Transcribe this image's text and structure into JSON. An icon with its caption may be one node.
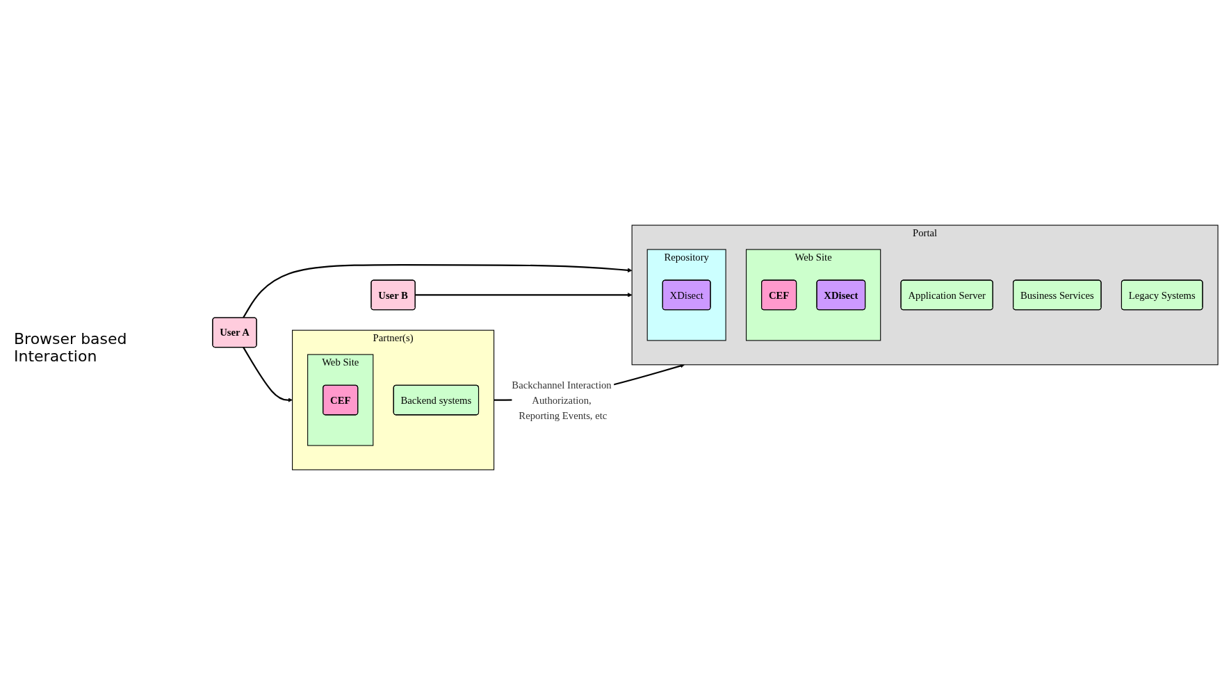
{
  "diagram": {
    "nodes": [
      {
        "text": [
          "Partner(s)"
        ]
      },
      {
        "text": [
          "Web Site"
        ],
        "in": 0
      },
      {
        "text": [
          "CEF"
        ],
        "in": 1
      },
      {
        "text": [
          "Backend systems"
        ],
        "in": 0
      },
      {
        "text": [
          "User A"
        ]
      },
      {
        "text": [
          "User B"
        ]
      },
      {
        "text": [
          "Portal"
        ]
      },
      {
        "text": [
          "Web Site"
        ],
        "in": 6
      },
      {
        "text": [
          "CEF"
        ],
        "in": 7
      },
      {
        "text": [
          "XDisect"
        ],
        "in": 7
      },
      {
        "text": [
          "Application Server"
        ],
        "in": 6
      },
      {
        "text": [
          "Business Services"
        ],
        "in": 6
      },
      {
        "text": [
          "Legacy Systems"
        ],
        "in": 6
      },
      {
        "text": [
          "Repository"
        ],
        "in": 6
      },
      {
        "text": [
          "XDisect"
        ],
        "in": 13
      }
    ],
    "edges": [
      {
        "from": 4,
        "to": 0,
        "arrow": "to"
      },
      {
        "from": 4,
        "to": 6,
        "arrow": "to"
      },
      {
        "from": 5,
        "to": 6,
        "arrow": "to"
      },
      {
        "from": 0,
        "to": 6,
        "arrow": "to",
        "label": "Backchannel Interaction Authorization, Reporting Events, etc"
      }
    ],
    "labels": [
      "Browser based Interaction"
    ]
  }
}
